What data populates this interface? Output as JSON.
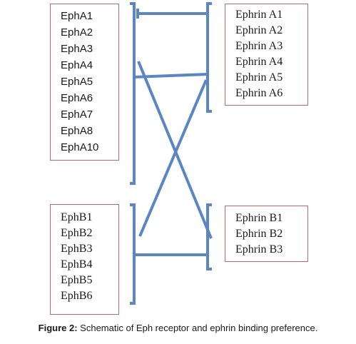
{
  "epha_receptors": [
    "EphA1",
    "EphA2",
    "EphA3",
    "EphA4",
    "EphA5",
    "EphA6",
    "EphA7",
    "EphA8",
    "EphA10"
  ],
  "ephrin_a_ligands": [
    "Ephrin A1",
    "Ephrin A2",
    "Ephrin A3",
    "Ephrin A4",
    "Ephrin A5",
    "Ephrin A6"
  ],
  "ephb_receptors": [
    "EphB1",
    "EphB2",
    "EphB3",
    "EphB4",
    "EphB5",
    "EphB6"
  ],
  "ephrin_b_ligands": [
    "Ephrin B1",
    "Ephrin B2",
    "Ephrin B3"
  ],
  "caption": {
    "label": "Figure 2:",
    "text": " Schematic of Eph receptor and ephrin binding preference."
  },
  "colors": {
    "connector": "#5b86c2",
    "box_border": "#b96a6a"
  }
}
